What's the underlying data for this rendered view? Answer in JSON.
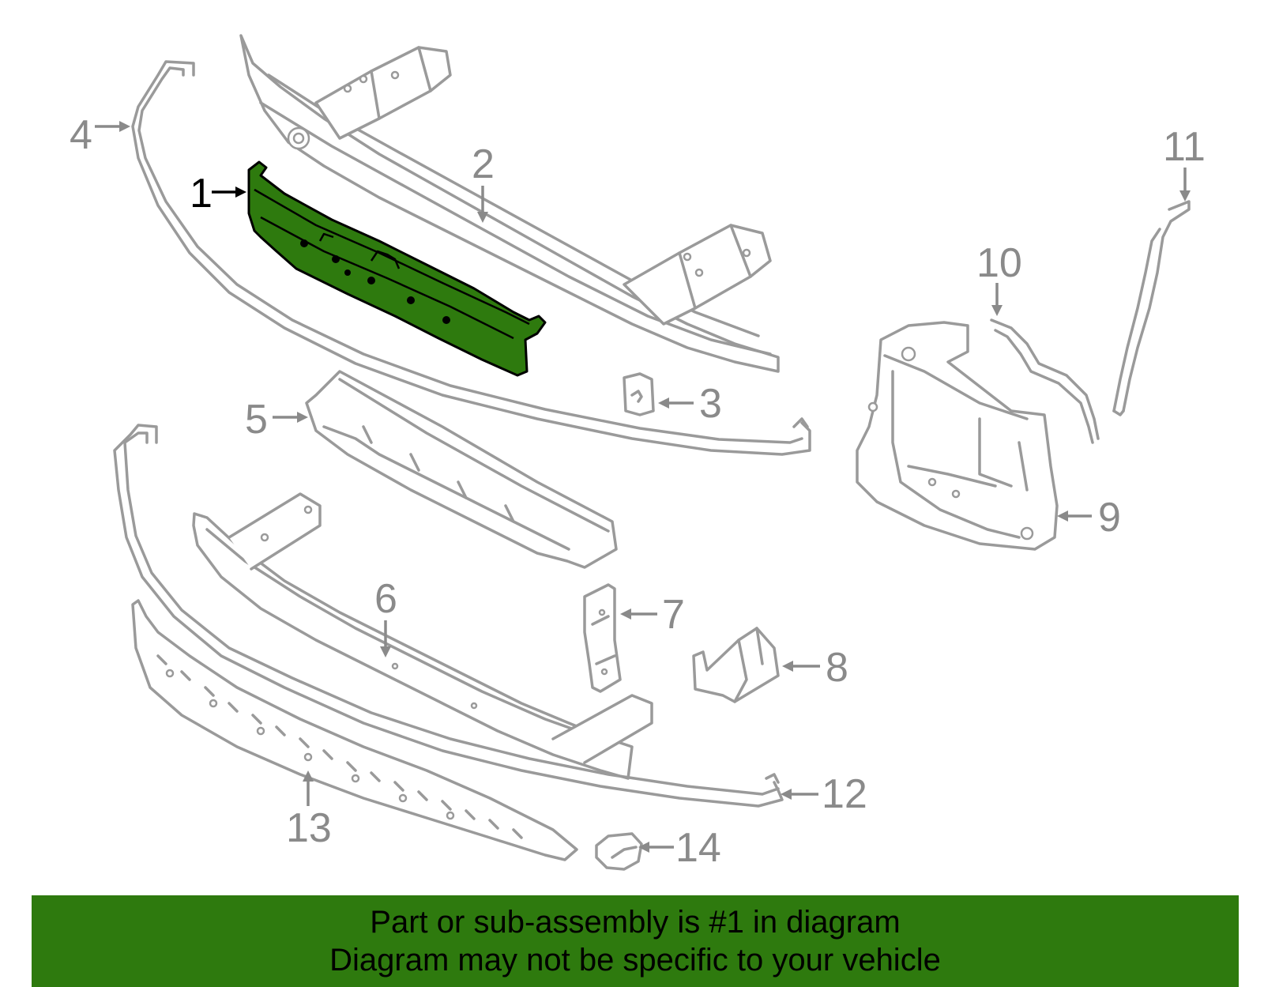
{
  "banner": {
    "line1": "Part or sub-assembly is #1 in diagram",
    "line2": "Diagram may not be specific to your vehicle"
  },
  "callouts": {
    "c1": "1",
    "c2": "2",
    "c3": "3",
    "c4": "4",
    "c5": "5",
    "c6": "6",
    "c7": "7",
    "c8": "8",
    "c9": "9",
    "c10": "10",
    "c11": "11",
    "c12": "12",
    "c13": "13",
    "c14": "14"
  },
  "colors": {
    "highlight": "#2e7a0e",
    "line_art": "#9a9a9a",
    "callout": "#8a8a8a"
  }
}
